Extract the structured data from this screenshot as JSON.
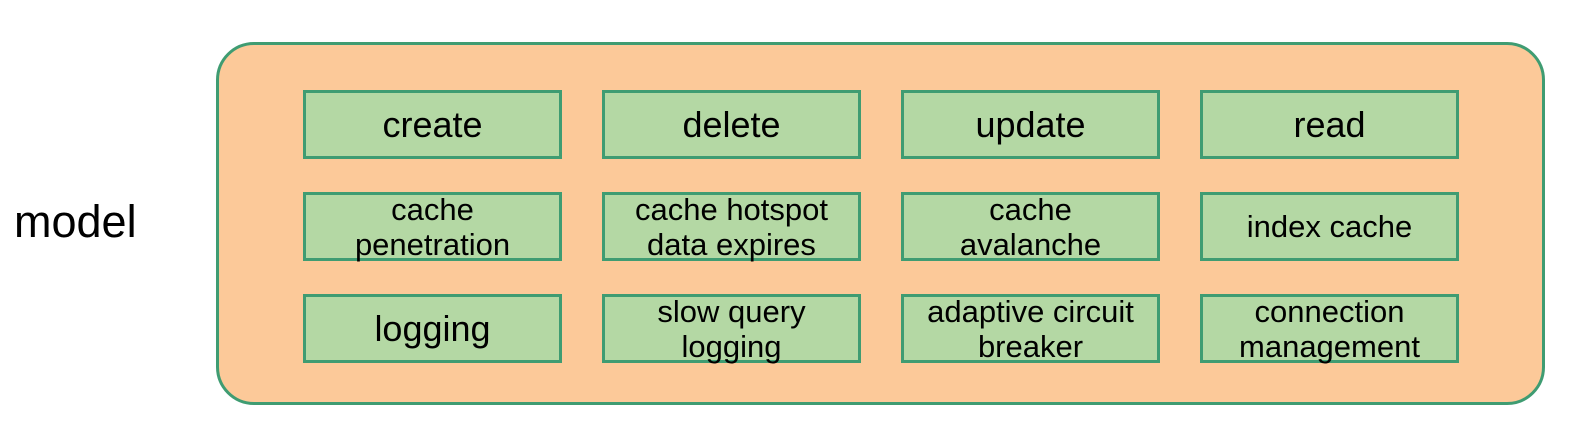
{
  "diagram": {
    "side_label": "model",
    "colors": {
      "group_fill": "#fcc999",
      "group_border": "#3f9c72",
      "cell_fill": "#b4d8a4",
      "cell_border": "#3f9c72",
      "text": "#000000",
      "page_background": "#ffffff"
    },
    "rows": [
      {
        "style": "one-line",
        "cells": [
          {
            "lines": [
              "create"
            ]
          },
          {
            "lines": [
              "delete"
            ]
          },
          {
            "lines": [
              "update"
            ]
          },
          {
            "lines": [
              "read"
            ]
          }
        ]
      },
      {
        "style": "two-line",
        "cells": [
          {
            "lines": [
              "cache",
              "penetration"
            ]
          },
          {
            "lines": [
              "cache hotspot",
              "data expires"
            ]
          },
          {
            "lines": [
              "cache",
              "avalanche"
            ]
          },
          {
            "lines": [
              "index cache"
            ]
          }
        ]
      },
      {
        "style": "two-line",
        "cells": [
          {
            "lines": [
              "logging"
            ]
          },
          {
            "lines": [
              "slow query",
              "logging"
            ]
          },
          {
            "lines": [
              "adaptive circuit",
              "breaker"
            ]
          },
          {
            "lines": [
              "connection",
              "management"
            ]
          }
        ]
      }
    ]
  }
}
